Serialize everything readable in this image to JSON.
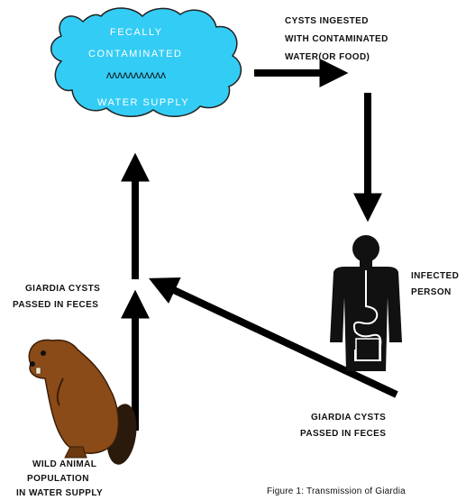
{
  "colors": {
    "water": "#33ccf5",
    "water_outline": "#111111",
    "arrow": "#000000",
    "beaver_body": "#8a4b18",
    "beaver_tail": "#2a1a0c",
    "person": "#111111",
    "organs": "#ffffff"
  },
  "water_supply": {
    "line1": "FECALLY",
    "line2": "CONTAMINATED",
    "waves": "ᴧᴧᴧᴧᴧᴧᴧᴧᴧᴧᴧ",
    "line3": "WATER SUPPLY"
  },
  "labels": {
    "cysts_ingested": [
      "CYSTS INGESTED",
      "WITH CONTAMINATED",
      "WATER(OR FOOD)"
    ],
    "infected_person": [
      "INFECTED",
      "PERSON"
    ],
    "giardia_cysts_left": [
      "GIARDIA CYSTS",
      "PASSED IN FECES"
    ],
    "giardia_cysts_right": [
      "GIARDIA CYSTS",
      "PASSED IN FECES"
    ],
    "wild_animal": [
      "WILD ANIMAL",
      "POPULATION",
      "IN WATER SUPPLY"
    ]
  },
  "caption": "Figure 1: Transmission of Giardia",
  "icons": {
    "water": "water-cloud-icon",
    "person": "person-silhouette-icon",
    "beaver": "beaver-icon"
  }
}
